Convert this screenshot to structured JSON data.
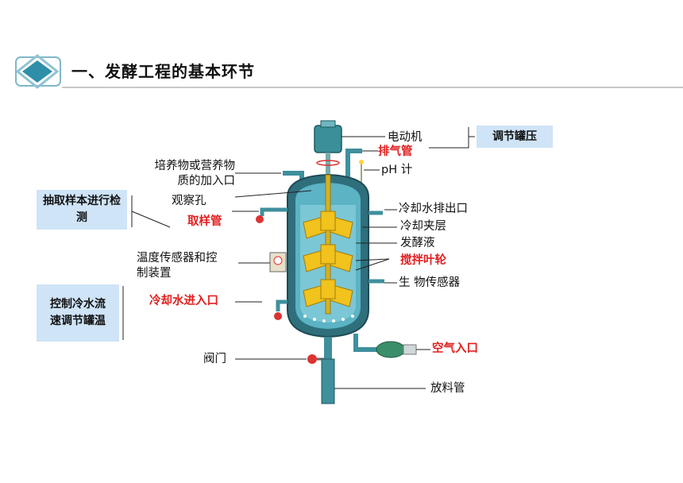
{
  "header": {
    "title": "一、发酵工程的基本环节"
  },
  "boxes": {
    "pressure": "调节罐压",
    "sampling": "抽取样本进行检测",
    "temperature": "控制冷水流速调节罐温"
  },
  "labels": {
    "motor": "电动机",
    "exhaust": "排气管",
    "ph": "pH 计",
    "feed_inlet": "培养物或营养物质的加入口",
    "sight_glass": "观察孔",
    "sampling_pipe": "取样管",
    "coolant_outlet": "冷却水排出口",
    "cooling_jacket": "冷却夹层",
    "broth": "发酵液",
    "temp_sensor": "温度传感器和控制装置",
    "impeller": "搅拌叶轮",
    "biosensor": "生 物传感器",
    "coolant_inlet": "冷却水进入口",
    "air_inlet": "空气入口",
    "valve": "阀门",
    "discharge": "放料管"
  },
  "colors": {
    "accent_red": "#e02020",
    "box_fill": "#cfe4f6",
    "tank": "#4aa3b5",
    "impeller": "#f2c21d",
    "logo": "#2f8fa8"
  }
}
